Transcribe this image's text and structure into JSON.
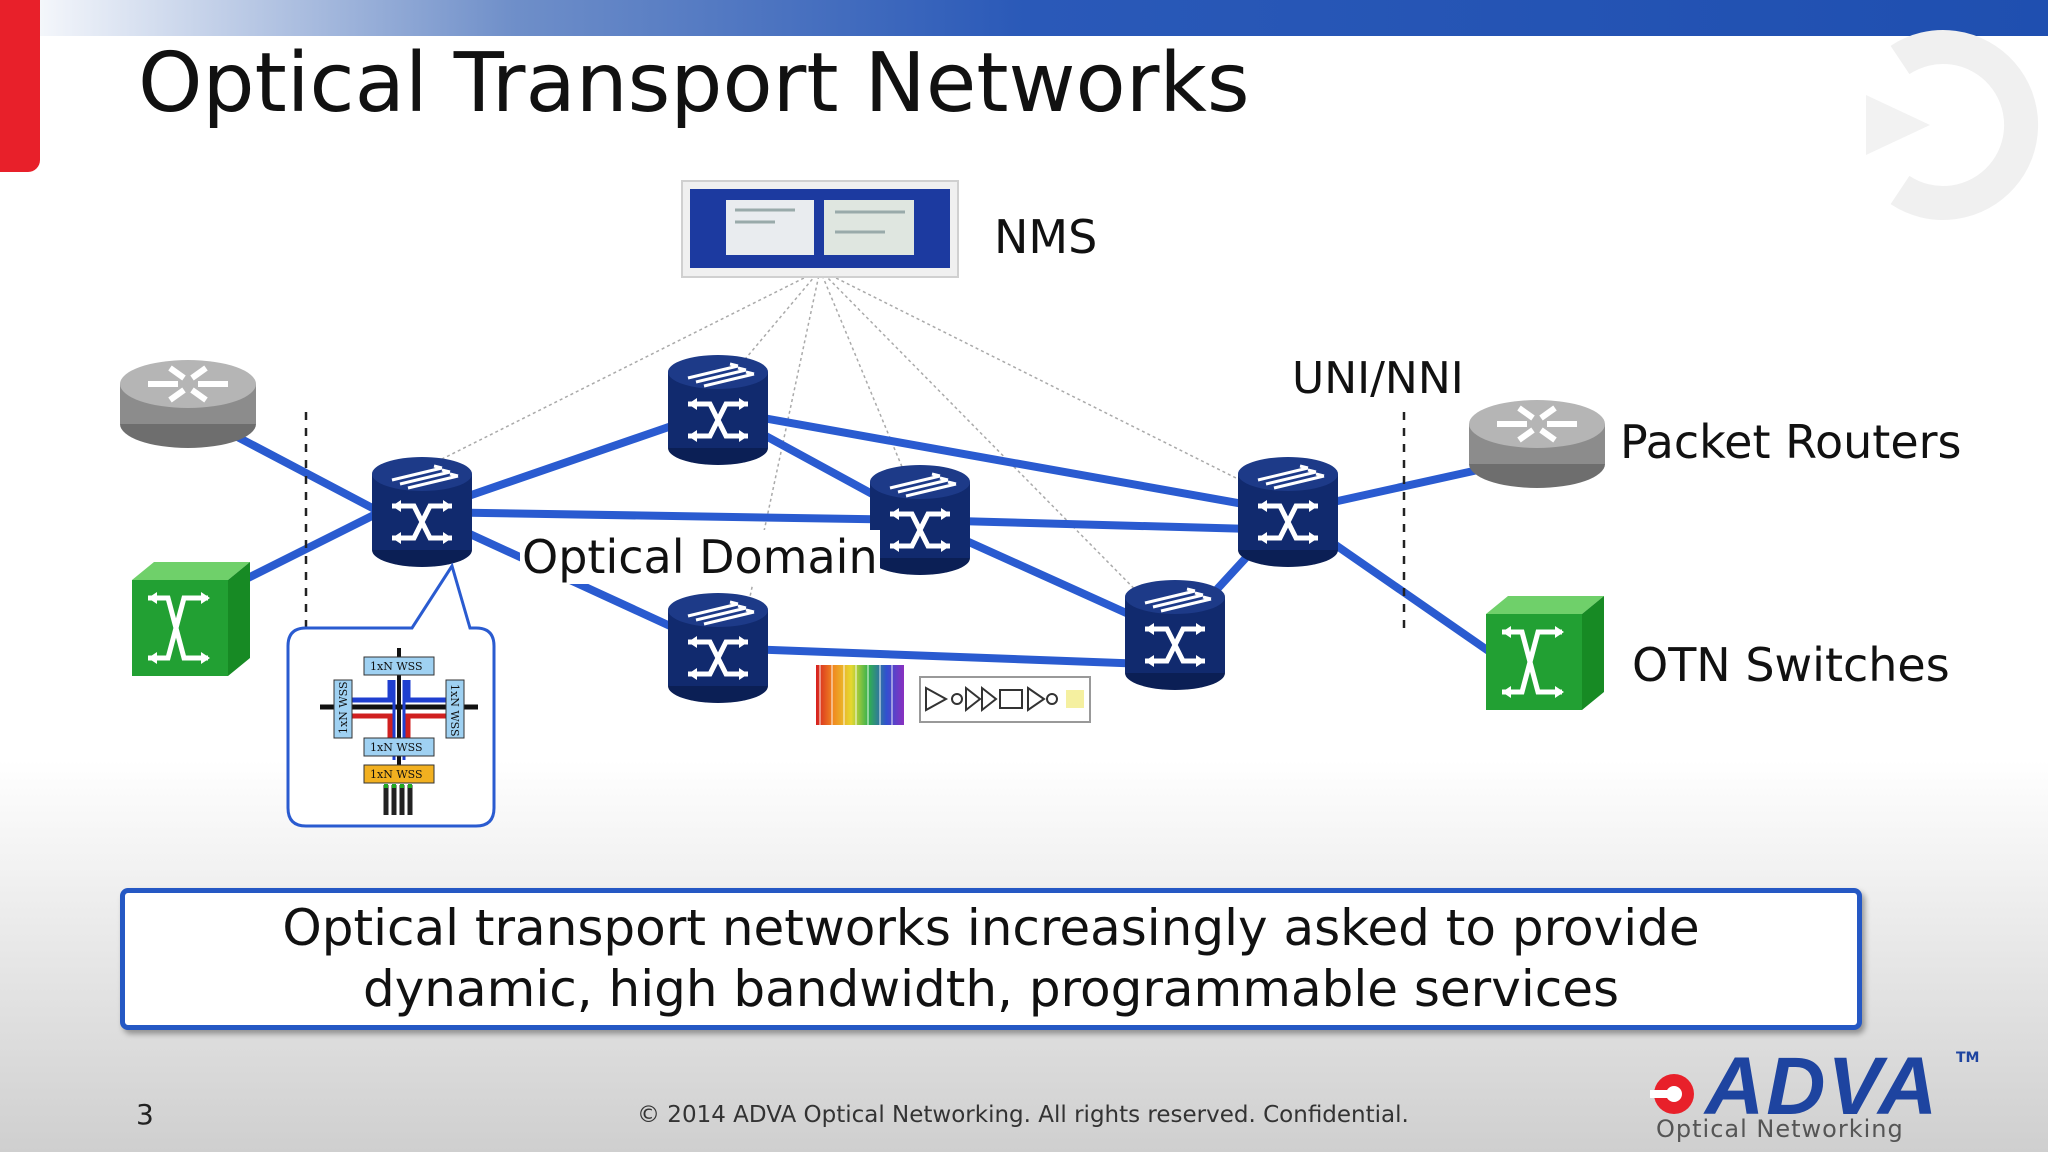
{
  "slide": {
    "title": "Optical Transport Networks",
    "page_number": "3",
    "footer": "© 2014 ADVA Optical Networking. All rights reserved. Confidential."
  },
  "diagram": {
    "labels": {
      "nms": "NMS",
      "uni_nni": "UNI/NNI",
      "optical_domain": "Optical Domain",
      "packet_routers": "Packet Routers",
      "otn_switches": "OTN Switches"
    },
    "roadm_detail": {
      "wss_top": "1xN WSS",
      "wss_bottom": "1xN WSS",
      "wss_left": "1xN WSS",
      "wss_right": "1xN WSS",
      "wss_add_drop": "1xN WSS"
    }
  },
  "callout": {
    "line1": "Optical transport networks increasingly asked to provide",
    "line2": "dynamic, high bandwidth, programmable services"
  },
  "logo": {
    "wordmark": "ADVA",
    "tm": "TM",
    "subtitle": "Optical Networking"
  },
  "colors": {
    "link_blue": "#2a5bd0",
    "node_navy": "#112a6e",
    "otn_green": "#22a033",
    "router_gray": "#9a9a9a",
    "accent_red": "#e8202a"
  }
}
